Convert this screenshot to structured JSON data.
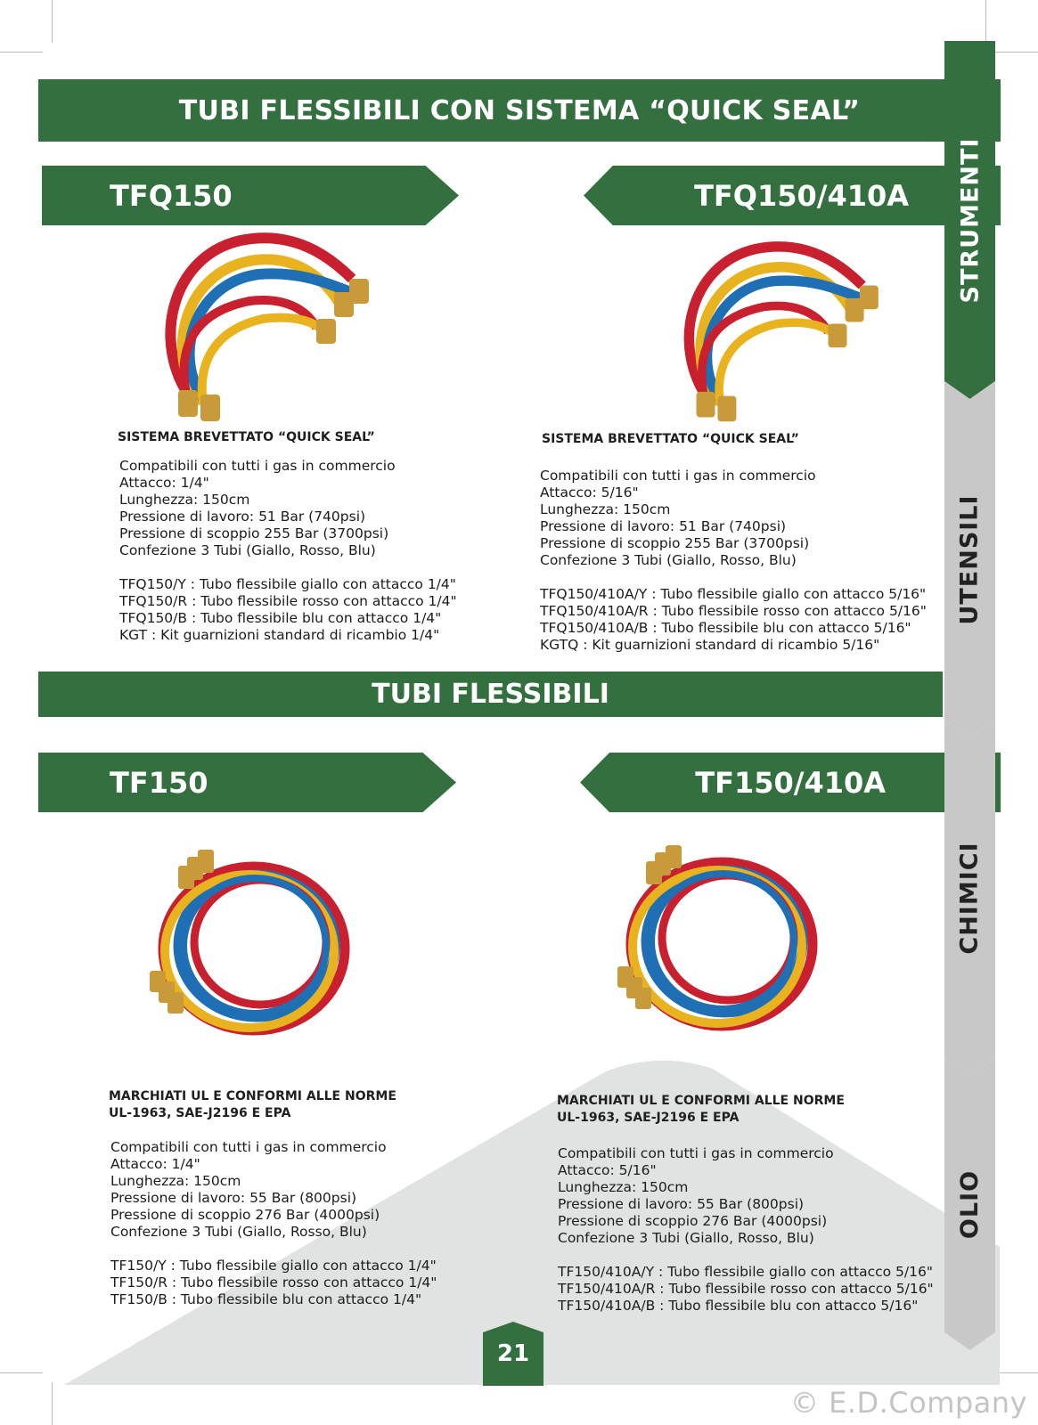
{
  "header": {
    "title": "TUBI FLESSIBILI CON SISTEMA “QUICK SEAL”"
  },
  "section2": {
    "title": "TUBI FLESSIBILI"
  },
  "products": [
    {
      "code": "TFQ150",
      "heading": "SISTEMA BREVETTATO “QUICK SEAL”",
      "heading2": "",
      "specs": [
        "Compatibili con tutti i gas in commercio",
        "Attacco: 1/4\"",
        "Lunghezza: 150cm",
        "Pressione di lavoro: 51 Bar (740psi)",
        "Pressione di scoppio 255 Bar (3700psi)",
        "Confezione 3 Tubi (Giallo, Rosso, Blu)"
      ],
      "variants": [
        "TFQ150/Y : Tubo flessibile giallo con attacco 1/4\"",
        "TFQ150/R : Tubo flessibile rosso con attacco 1/4\"",
        "TFQ150/B : Tubo flessibile blu con attacco 1/4\"",
        "KGT : Kit guarnizioni standard di ricambio 1/4\""
      ]
    },
    {
      "code": "TFQ150/410A",
      "heading": "SISTEMA BREVETTATO “QUICK SEAL”",
      "heading2": "",
      "specs": [
        "Compatibili con tutti i gas in commercio",
        "Attacco: 5/16\"",
        "Lunghezza: 150cm",
        "Pressione di lavoro: 51 Bar (740psi)",
        "Pressione di scoppio 255 Bar (3700psi)",
        "Confezione 3 Tubi (Giallo, Rosso, Blu)"
      ],
      "variants": [
        "TFQ150/410A/Y : Tubo flessibile giallo con attacco 5/16\"",
        "TFQ150/410A/R : Tubo flessibile rosso con attacco 5/16\"",
        "TFQ150/410A/B : Tubo flessibile blu con attacco 5/16\"",
        "KGTQ : Kit guarnizioni standard di ricambio 5/16\""
      ]
    },
    {
      "code": "TF150",
      "heading": "MARCHIATI UL E CONFORMI ALLE NORME",
      "heading2": "UL-1963, SAE-J2196 E EPA",
      "specs": [
        "Compatibili con tutti i gas in commercio",
        "Attacco: 1/4\"",
        "Lunghezza: 150cm",
        "Pressione di lavoro: 55 Bar (800psi)",
        "Pressione di scoppio 276 Bar (4000psi)",
        "Confezione 3 Tubi (Giallo, Rosso, Blu)"
      ],
      "variants": [
        "TF150/Y : Tubo flessibile giallo con attacco 1/4\"",
        "TF150/R : Tubo flessibile rosso con attacco 1/4\"",
        "TF150/B : Tubo flessibile blu con attacco 1/4\""
      ]
    },
    {
      "code": "TF150/410A",
      "heading": "MARCHIATI UL E CONFORMI ALLE NORME",
      "heading2": "UL-1963, SAE-J2196 E EPA",
      "specs": [
        "Compatibili con tutti i gas in commercio",
        "Attacco: 5/16\"",
        "Lunghezza: 150cm",
        "Pressione di lavoro: 55 Bar (800psi)",
        "Pressione di scoppio 276 Bar (4000psi)",
        "Confezione 3 Tubi (Giallo, Rosso, Blu)"
      ],
      "variants": [
        "TF150/410A/Y : Tubo flessibile giallo con attacco 5/16\"",
        "TF150/410A/R : Tubo flessibile rosso con attacco 5/16\"",
        "TF150/410A/B : Tubo flessibile blu con attacco 5/16\""
      ]
    }
  ],
  "sidebar": {
    "tabs": [
      {
        "label": "STRUMENTI",
        "active": true
      },
      {
        "label": "UTENSILI",
        "active": false
      },
      {
        "label": "CHIMICI",
        "active": false
      },
      {
        "label": "OLIO",
        "active": false
      }
    ]
  },
  "page": {
    "number": "21",
    "watermark": "© E.D.Company"
  },
  "colors": {
    "brand_green": "#34703f",
    "tab_grey": "#c8c8c8",
    "tab_text": "#222222",
    "hose_red": "#c8202e",
    "hose_blue": "#1f6fb5",
    "hose_yellow": "#e9b320",
    "brass": "#c99a3a"
  },
  "icons": [
    "hose-bundle-image",
    "hose-bundle-image",
    "hose-coil-image",
    "hose-coil-image"
  ]
}
